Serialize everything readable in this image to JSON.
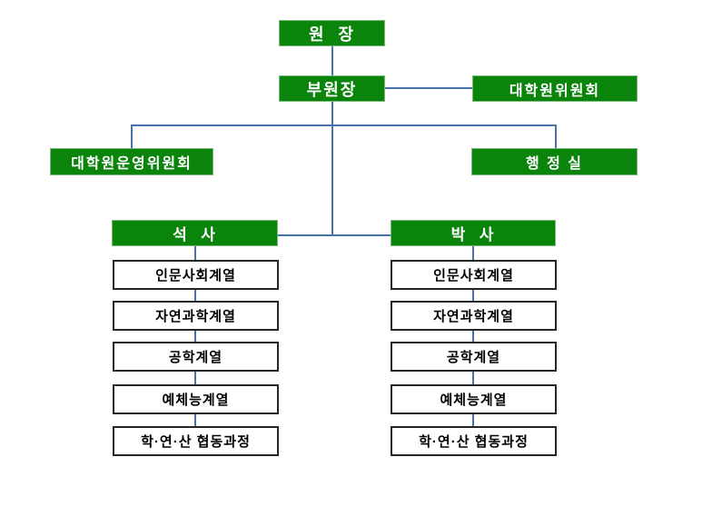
{
  "colors": {
    "green_box": "#0a840a",
    "green_box_border": "#7ab87a",
    "white_box_border": "#262626",
    "connector_line": "#4674a8",
    "text_on_green": "#ffffff",
    "text_on_white": "#000000",
    "background": "#ffffff"
  },
  "org_chart": {
    "director": "원  장",
    "vice_director": "부원장",
    "graduate_committee": "대학원위원회",
    "operations_committee": "대학원운영위원회",
    "admin_office": "행 정 실",
    "masters": "석  사",
    "doctoral": "박  사",
    "masters_tracks": [
      "인문사회계열",
      "자연과학계열",
      "공학계열",
      "예체능계열",
      "학·연·산 협동과정"
    ],
    "doctoral_tracks": [
      "인문사회계열",
      "자연과학계열",
      "공학계열",
      "예체능계열",
      "학·연·산 협동과정"
    ]
  }
}
